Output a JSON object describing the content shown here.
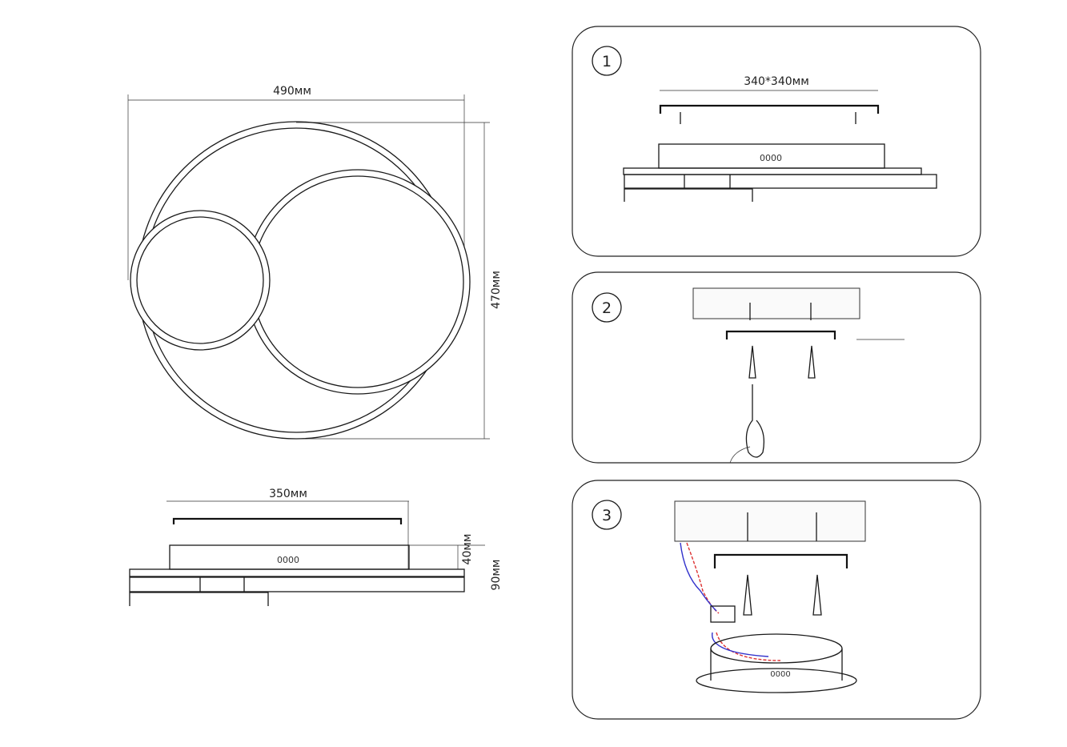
{
  "front_view": {
    "width_label": "490мм",
    "height_label": "470мм"
  },
  "side_view": {
    "width_label": "350мм",
    "depth_label": "40мм",
    "height_label": "90мм"
  },
  "steps": [
    {
      "number": "1",
      "label": "340*340мм"
    },
    {
      "number": "2"
    },
    {
      "number": "3"
    }
  ],
  "colors": {
    "wire_live": "#d33333",
    "wire_neutral": "#3333cc",
    "line": "#1a1a1a"
  }
}
